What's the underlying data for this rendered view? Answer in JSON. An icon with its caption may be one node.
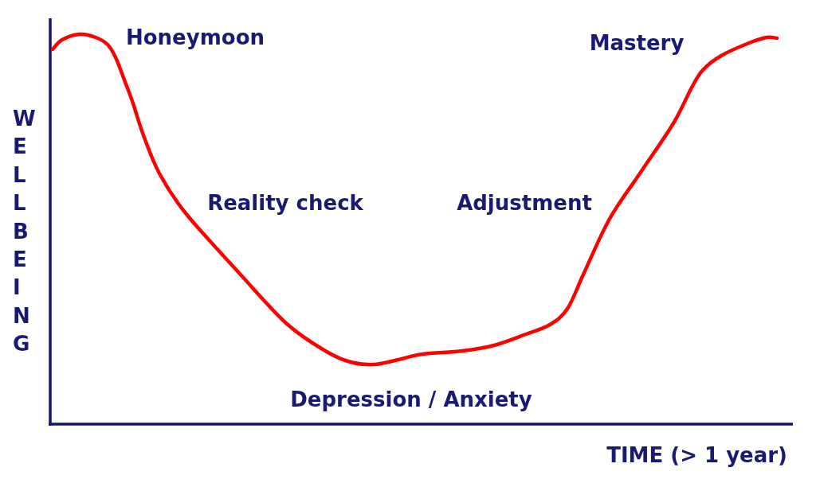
{
  "diagram": {
    "labels": [
      "Honeymoon",
      "Mastery",
      "WELLBEING",
      "Reality check",
      "Adjustment",
      "Depression / Anxiety",
      "TIME (> 1 year)"
    ]
  }
}
